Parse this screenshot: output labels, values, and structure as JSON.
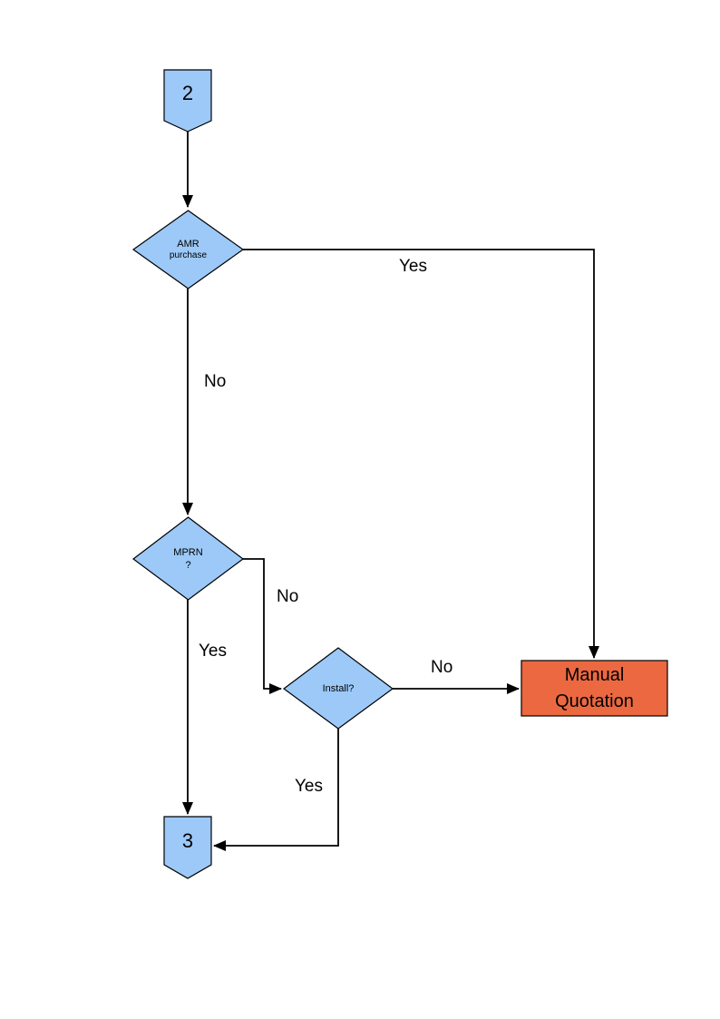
{
  "diagram": {
    "nodes": {
      "connector_2": {
        "label": "2",
        "type": "off-page-connector"
      },
      "amr_purchase": {
        "lines": [
          "AMR",
          "purchase"
        ],
        "type": "decision"
      },
      "mprn": {
        "lines": [
          "MPRN",
          "?"
        ],
        "type": "decision"
      },
      "install": {
        "label": "Install?",
        "type": "decision"
      },
      "manual_quotation": {
        "lines": [
          "Manual",
          "Quotation"
        ],
        "type": "process"
      },
      "connector_3": {
        "label": "3",
        "type": "off-page-connector"
      }
    },
    "edge_labels": {
      "amr_yes": "Yes",
      "amr_no": "No",
      "mprn_no": "No",
      "mprn_yes": "Yes",
      "install_no": "No",
      "install_yes": "Yes"
    },
    "colors": {
      "node_fill": "#9CC9F8",
      "manual_quotation_fill": "#EB6841",
      "line": "#000000"
    }
  }
}
